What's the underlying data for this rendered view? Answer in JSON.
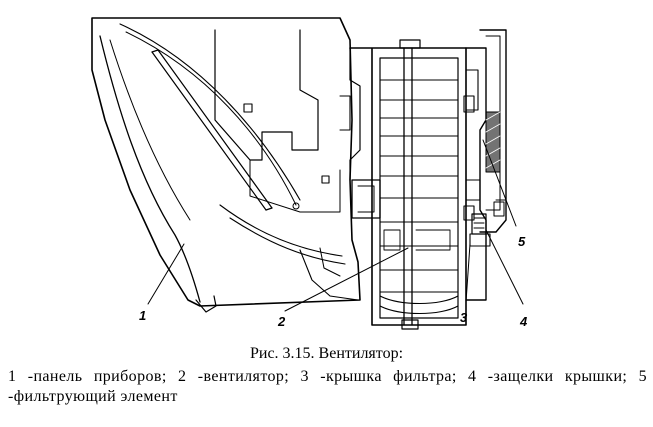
{
  "figure": {
    "callouts": [
      {
        "id": "1",
        "label": "1"
      },
      {
        "id": "2",
        "label": "2"
      },
      {
        "id": "3",
        "label": "3"
      },
      {
        "id": "4",
        "label": "4"
      },
      {
        "id": "5",
        "label": "5"
      }
    ]
  },
  "caption": {
    "title": "Рис.  3.15.  Вентилятор:",
    "legend": "1 -панель приборов; 2 -вентилятор; 3 -крышка фильтра; 4 -защелки крышки; 5 -фильтрующий элемент"
  }
}
